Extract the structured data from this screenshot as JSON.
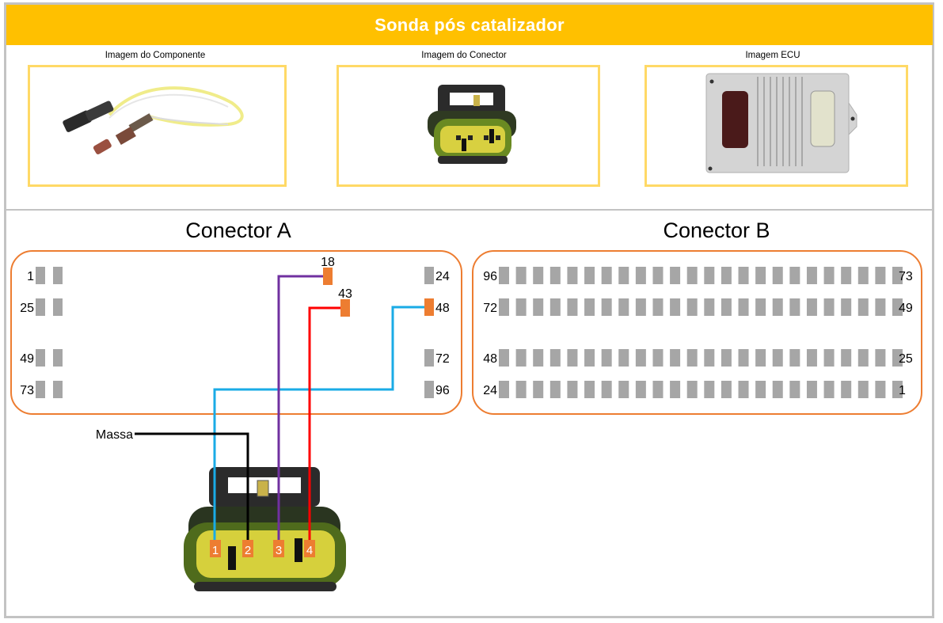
{
  "header": {
    "title": "Sonda pós catalizador",
    "background": "#ffc000"
  },
  "images": [
    {
      "label": "Imagem do Componente",
      "subject": "oxygen-sensor-photo"
    },
    {
      "label": "Imagem do Conector",
      "subject": "4-pin-connector-photo"
    },
    {
      "label": "Imagem ECU",
      "subject": "ecu-photo"
    }
  ],
  "connector_a": {
    "title": "Conector A",
    "row_labels_left": [
      "1",
      "25",
      "49",
      "73"
    ],
    "row_labels_right": [
      "24",
      "48",
      "72",
      "96"
    ],
    "highlighted_pins": [
      {
        "pin": "18"
      },
      {
        "pin": "43"
      },
      {
        "pin": "48"
      }
    ]
  },
  "connector_b": {
    "title": "Conector B",
    "pins_per_row": 24,
    "row_labels_left": [
      "96",
      "72",
      "48",
      "24"
    ],
    "row_labels_right": [
      "73",
      "49",
      "25",
      "1"
    ]
  },
  "component_connector": {
    "pins": [
      "1",
      "2",
      "3",
      "4"
    ],
    "ground_label": "Massa"
  },
  "wires": [
    {
      "from_component_pin": "1",
      "to": "A48",
      "color": "#1aabe6"
    },
    {
      "from_component_pin": "2",
      "to": "Massa",
      "color": "#000000"
    },
    {
      "from_component_pin": "3",
      "to": "A18",
      "color": "#7030a0"
    },
    {
      "from_component_pin": "4",
      "to": "A43",
      "color": "#ff0000"
    }
  ],
  "colors": {
    "pin_gray": "#a6a6a6",
    "pin_highlight": "#ed7d31",
    "connector_border": "#ed7d31",
    "image_border": "#ffd966"
  }
}
